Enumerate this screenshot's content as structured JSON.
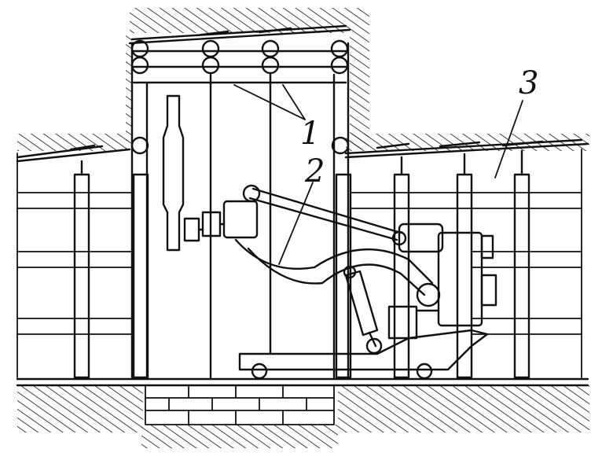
{
  "figure": {
    "callouts": [
      {
        "id": "1",
        "label": "1"
      },
      {
        "id": "2",
        "label": "2"
      },
      {
        "id": "3",
        "label": "3"
      }
    ]
  },
  "colors": {
    "ink": "#111111",
    "paper": "#ffffff"
  }
}
